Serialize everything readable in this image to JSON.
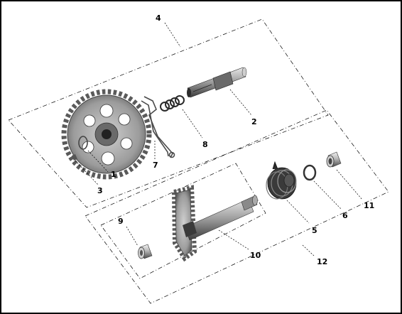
{
  "callouts": {
    "c1": "1",
    "c2": "2",
    "c3": "3",
    "c4": "4",
    "c5": "5",
    "c6": "6",
    "c7": "7",
    "c8": "8",
    "c9": "9",
    "c10": "10",
    "c11": "11",
    "c12": "12"
  },
  "colors": {
    "metal_dark": "#3a3a3a",
    "metal_mid": "#8a8a8a",
    "metal_light": "#d6d6d6",
    "line": "#000000"
  }
}
